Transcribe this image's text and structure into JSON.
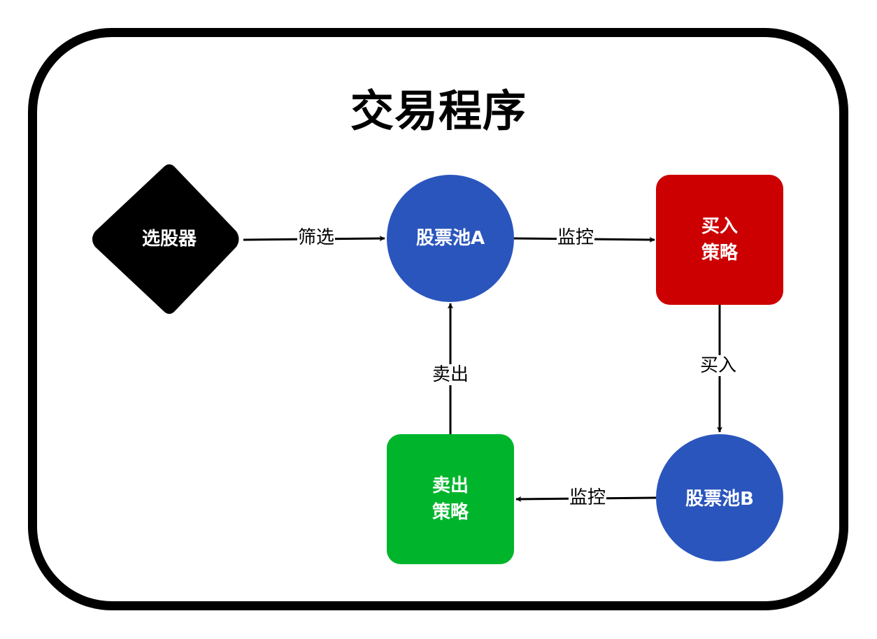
{
  "title": "交易程序",
  "colors": {
    "selector": "#000000",
    "pool": "#2a55bd",
    "buy_strategy": "#cc0000",
    "sell_strategy": "#00b52c",
    "edge": "#000000"
  },
  "nodes": {
    "selector": {
      "label": "选股器",
      "shape": "diamond"
    },
    "pool_a": {
      "label": "股票池A",
      "shape": "circle"
    },
    "buy_strategy": {
      "label": "买入\n策略",
      "shape": "rounded-rect"
    },
    "pool_b": {
      "label": "股票池B",
      "shape": "circle"
    },
    "sell_strategy": {
      "label": "卖出\n策略",
      "shape": "rounded-rect"
    }
  },
  "edges": [
    {
      "from": "selector",
      "to": "pool_a",
      "label": "筛选"
    },
    {
      "from": "pool_a",
      "to": "buy_strategy",
      "label": "监控"
    },
    {
      "from": "buy_strategy",
      "to": "pool_b",
      "label": "买入"
    },
    {
      "from": "pool_b",
      "to": "sell_strategy",
      "label": "监控"
    },
    {
      "from": "sell_strategy",
      "to": "pool_a",
      "label": "卖出"
    }
  ]
}
